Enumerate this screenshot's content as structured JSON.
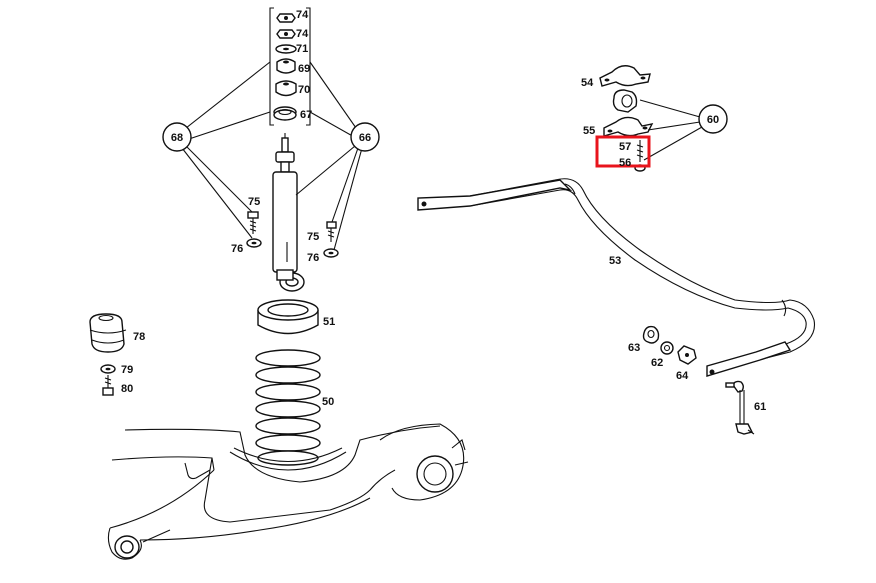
{
  "callouts": [
    {
      "id": "74a",
      "text": "74"
    },
    {
      "id": "74b",
      "text": "74"
    },
    {
      "id": "71",
      "text": "71"
    },
    {
      "id": "69",
      "text": "69"
    },
    {
      "id": "70",
      "text": "70"
    },
    {
      "id": "67",
      "text": "67"
    },
    {
      "id": "75a",
      "text": "75"
    },
    {
      "id": "76a",
      "text": "76"
    },
    {
      "id": "75b",
      "text": "75"
    },
    {
      "id": "76b",
      "text": "76"
    },
    {
      "id": "51",
      "text": "51"
    },
    {
      "id": "78",
      "text": "78"
    },
    {
      "id": "79",
      "text": "79"
    },
    {
      "id": "80",
      "text": "80"
    },
    {
      "id": "50",
      "text": "50"
    },
    {
      "id": "54",
      "text": "54"
    },
    {
      "id": "55",
      "text": "55"
    },
    {
      "id": "57",
      "text": "57"
    },
    {
      "id": "56",
      "text": "56"
    },
    {
      "id": "53",
      "text": "53"
    },
    {
      "id": "63",
      "text": "63"
    },
    {
      "id": "62",
      "text": "62"
    },
    {
      "id": "64",
      "text": "64"
    },
    {
      "id": "61",
      "text": "61"
    }
  ],
  "circled_callouts": [
    {
      "id": "68",
      "text": "68"
    },
    {
      "id": "66",
      "text": "66"
    },
    {
      "id": "60",
      "text": "60"
    }
  ],
  "highlight": {
    "target": "57",
    "color": "#e8141c"
  }
}
